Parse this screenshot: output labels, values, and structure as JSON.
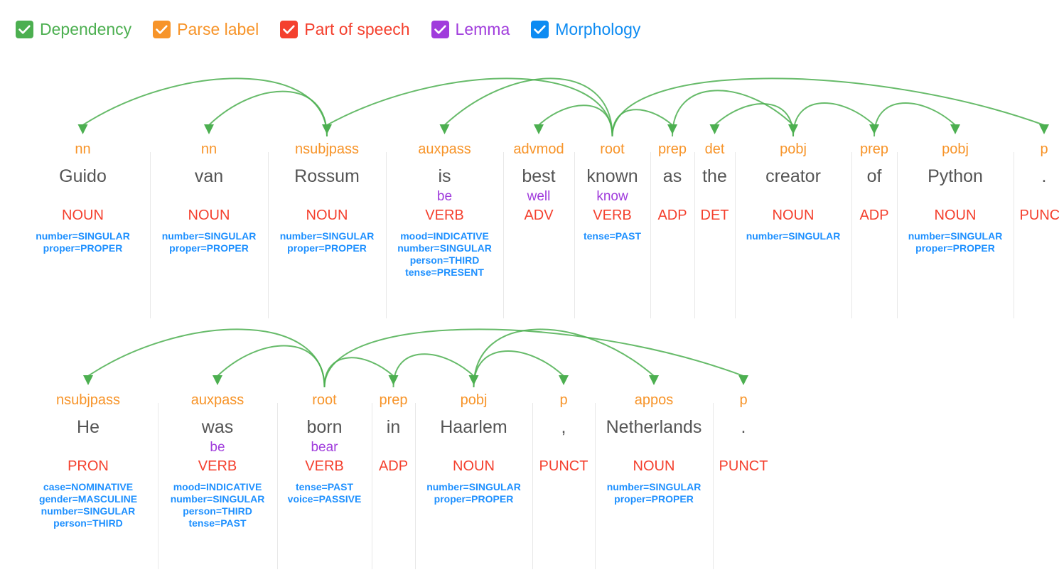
{
  "legend": {
    "items": [
      {
        "label": "Dependency",
        "icon": "checkbox-checked-icon",
        "color": "#4caf50",
        "checked": true
      },
      {
        "label": "Parse label",
        "icon": "checkbox-checked-icon",
        "color": "#f79429",
        "checked": true
      },
      {
        "label": "Part of speech",
        "icon": "checkbox-checked-icon",
        "color": "#f4402e",
        "checked": true
      },
      {
        "label": "Lemma",
        "icon": "checkbox-checked-icon",
        "color": "#a03cdc",
        "checked": true
      },
      {
        "label": "Morphology",
        "icon": "checkbox-checked-icon",
        "color": "#0d8bf2",
        "checked": true
      }
    ]
  },
  "colors": {
    "dependency": "#4caf50",
    "parse_label": "#f79429",
    "part_of_speech": "#f4402e",
    "lemma": "#a03cdc",
    "morphology": "#1e90ff",
    "word": "#555555",
    "divider": "#e8e8e8"
  },
  "sentences": [
    {
      "id": "sentence-1",
      "text": "Guido van Rossum is best known as the creator of Python .",
      "tokens": [
        {
          "word": "Guido",
          "dep": "nn",
          "lemma": "",
          "pos": "NOUN",
          "morph": [
            "number=SINGULAR",
            "proper=PROPER"
          ],
          "width": 189,
          "head": 2
        },
        {
          "word": "van",
          "dep": "nn",
          "lemma": "",
          "pos": "NOUN",
          "morph": [
            "number=SINGULAR",
            "proper=PROPER"
          ],
          "width": 166,
          "head": 2
        },
        {
          "word": "Rossum",
          "dep": "nsubjpass",
          "lemma": "",
          "pos": "NOUN",
          "morph": [
            "number=SINGULAR",
            "proper=PROPER"
          ],
          "width": 166,
          "head": 5
        },
        {
          "word": "is",
          "dep": "auxpass",
          "lemma": "be",
          "pos": "VERB",
          "morph": [
            "mood=INDICATIVE",
            "number=SINGULAR",
            "person=THIRD",
            "tense=PRESENT"
          ],
          "width": 165,
          "head": 5
        },
        {
          "word": "best",
          "dep": "advmod",
          "lemma": "well",
          "pos": "ADV",
          "morph": [],
          "width": 100,
          "head": 5
        },
        {
          "word": "known",
          "dep": "root",
          "lemma": "know",
          "pos": "VERB",
          "morph": [
            "tense=PAST"
          ],
          "width": 107,
          "head": 5
        },
        {
          "word": "as",
          "dep": "prep",
          "lemma": "",
          "pos": "ADP",
          "morph": [],
          "width": 62,
          "head": 5
        },
        {
          "word": "the",
          "dep": "det",
          "lemma": "",
          "pos": "DET",
          "morph": [],
          "width": 57,
          "head": 8
        },
        {
          "word": "creator",
          "dep": "pobj",
          "lemma": "",
          "pos": "NOUN",
          "morph": [
            "number=SINGULAR"
          ],
          "width": 164,
          "head": 6
        },
        {
          "word": "of",
          "dep": "prep",
          "lemma": "",
          "pos": "ADP",
          "morph": [],
          "width": 64,
          "head": 8
        },
        {
          "word": "Python",
          "dep": "pobj",
          "lemma": "",
          "pos": "NOUN",
          "morph": [
            "number=SINGULAR",
            "proper=PROPER"
          ],
          "width": 164,
          "head": 9
        },
        {
          "word": ".",
          "dep": "p",
          "lemma": "",
          "pos": "PUNCT",
          "morph": [],
          "width": 86,
          "head": 5
        }
      ]
    },
    {
      "id": "sentence-2",
      "text": "He was born in Haarlem , Netherlands .",
      "tokens": [
        {
          "word": "He",
          "dep": "nsubjpass",
          "lemma": "",
          "pos": "PRON",
          "morph": [
            "case=NOMINATIVE",
            "gender=MASCULINE",
            "number=SINGULAR",
            "person=THIRD"
          ],
          "width": 196,
          "head": 2
        },
        {
          "word": "was",
          "dep": "auxpass",
          "lemma": "be",
          "pos": "VERB",
          "morph": [
            "mood=INDICATIVE",
            "number=SINGULAR",
            "person=THIRD",
            "tense=PAST"
          ],
          "width": 168,
          "head": 2
        },
        {
          "word": "born",
          "dep": "root",
          "lemma": "bear",
          "pos": "VERB",
          "morph": [
            "tense=PAST",
            "voice=PASSIVE"
          ],
          "width": 133,
          "head": 2
        },
        {
          "word": "in",
          "dep": "prep",
          "lemma": "",
          "pos": "ADP",
          "morph": [],
          "width": 61,
          "head": 2
        },
        {
          "word": "Haarlem",
          "dep": "pobj",
          "lemma": "",
          "pos": "NOUN",
          "morph": [
            "number=SINGULAR",
            "proper=PROPER"
          ],
          "width": 165,
          "head": 3
        },
        {
          "word": ",",
          "dep": "p",
          "lemma": "",
          "pos": "PUNCT",
          "morph": [],
          "width": 88,
          "head": 4
        },
        {
          "word": "Netherlands",
          "dep": "appos",
          "lemma": "",
          "pos": "NOUN",
          "morph": [
            "number=SINGULAR",
            "proper=PROPER"
          ],
          "width": 166,
          "head": 4
        },
        {
          "word": ".",
          "dep": "p",
          "lemma": "",
          "pos": "PUNCT",
          "morph": [],
          "width": 86,
          "head": 2
        }
      ]
    }
  ]
}
